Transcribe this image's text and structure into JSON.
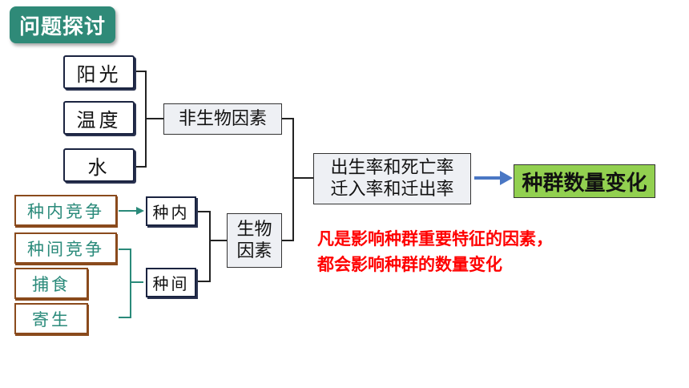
{
  "title": "问题探讨",
  "abiotic_factors": [
    "阳光",
    "温度",
    "水"
  ],
  "abiotic_category": "非生物因素",
  "intraspecific_examples": [
    "种内竞争"
  ],
  "interspecific_examples": [
    "种间竞争",
    "捕食",
    "寄生"
  ],
  "intraspecific_label": "种内",
  "interspecific_label": "种间",
  "biotic_category": [
    "生物",
    "因素"
  ],
  "rates": [
    "出生率和死亡率",
    "迁入率和迁出率"
  ],
  "result": "种群数量变化",
  "note_lines": [
    "凡是影响种群重要特征的因素，",
    "都会影响种群的数量变化"
  ],
  "colors": {
    "title_bg": "#2f8a78",
    "result_bg": "#92d050",
    "note_text": "#ff0000",
    "arrow": "#4a77c4",
    "example_text": "#2a8a7a",
    "example_border": "#8a4a1c"
  }
}
